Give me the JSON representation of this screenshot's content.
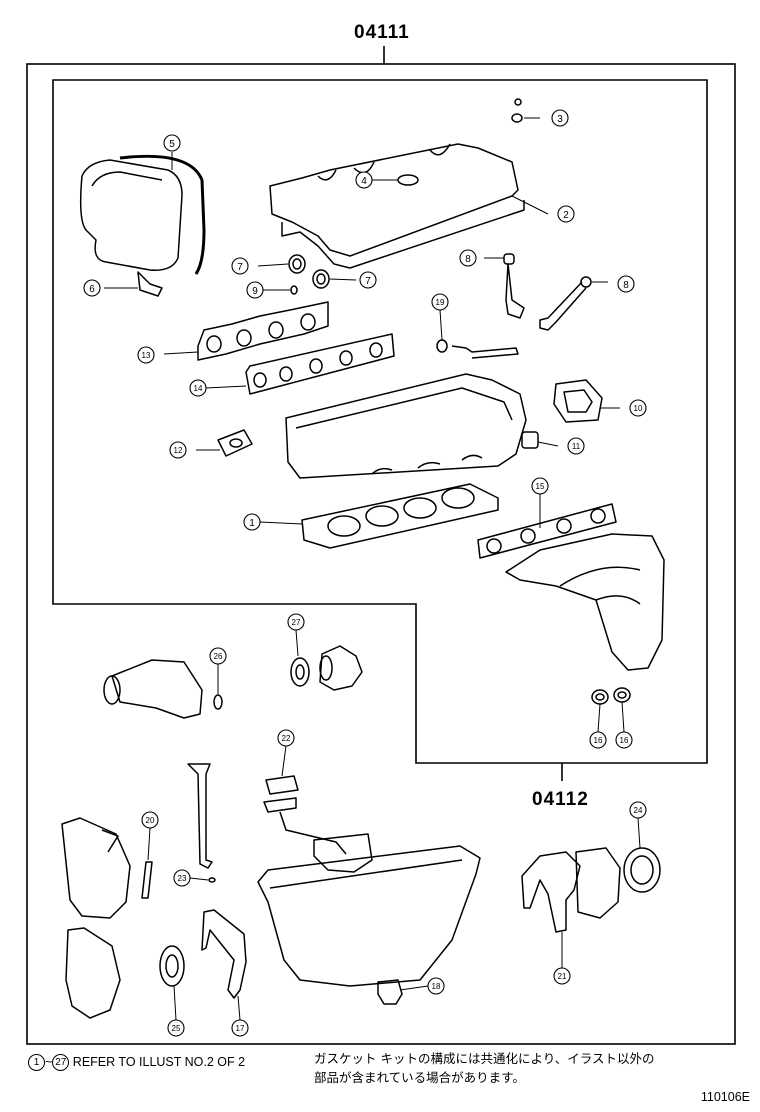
{
  "kit_main": "04111",
  "kit_sub": "04112",
  "note_en": {
    "from": "1",
    "to": "27",
    "text": "REFER TO ILLUST NO.2 OF 2"
  },
  "note_jp_line1": "ガスケット キットの構成には共通化により、イラスト以外の",
  "note_jp_line2": "部品が含まれている場合があります。",
  "figure_id": "110106E",
  "callouts": [
    "1",
    "2",
    "3",
    "4",
    "5",
    "6",
    "7",
    "7",
    "8",
    "8",
    "9",
    "10",
    "11",
    "12",
    "13",
    "14",
    "15",
    "16",
    "16",
    "17",
    "18",
    "19",
    "20",
    "21",
    "22",
    "23",
    "24",
    "25",
    "26",
    "27"
  ]
}
